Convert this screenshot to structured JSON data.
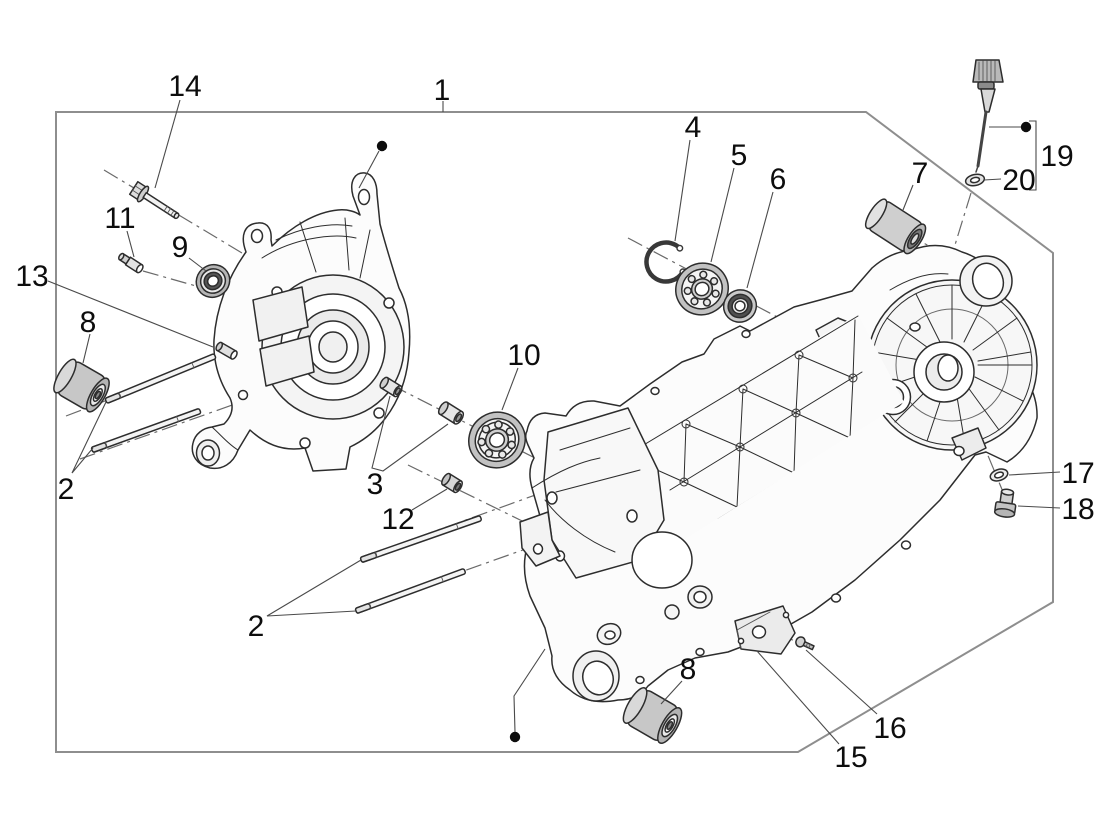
{
  "figure": {
    "kind": "exploded-parts-diagram",
    "subject": "engine-crankcase-assembly",
    "background": "#ffffff",
    "palette": {
      "border_gray": "#8e8e8e",
      "line_dark": "#2d2d2d",
      "label_black": "#0d0d0d",
      "metal_light": "#ececec",
      "metal_mid": "#cfcfcf",
      "metal_dark": "#9a9a9a"
    },
    "callouts": {
      "n1": "1",
      "n2a": "2",
      "n2b": "2",
      "n3": "3",
      "n4": "4",
      "n5": "5",
      "n6": "6",
      "n7": "7",
      "n8a": "8",
      "n8b": "8",
      "n9": "9",
      "n10": "10",
      "n11": "11",
      "n12": "12",
      "n13": "13",
      "n14": "14",
      "n15": "15",
      "n16": "16",
      "n17": "17",
      "n18": "18",
      "n19": "19",
      "n20": "20"
    },
    "parts": {
      "p1": "crankcase-halves-pair",
      "p2": "double-end-stud",
      "p3": "locating-dowel-sleeve",
      "p4": "snap-ring-circlip",
      "p5": "ball-bearing",
      "p6": "oil-seal",
      "p7": "spacer-bush",
      "p8": "flexible-rubber-bush",
      "p9": "oil-seal-ring",
      "p10": "ball-bearing",
      "p11": "stepped-pin",
      "p12": "spacer-bush",
      "p13": "dowel-pin",
      "p14": "hex-flange-bolt",
      "p15": "retainer-plate",
      "p16": "flange-screw",
      "p17": "sealing-washer",
      "p18": "drain-plug-bolt",
      "p19": "oil-dipstick",
      "p20": "dipstick-seal-washer"
    }
  }
}
